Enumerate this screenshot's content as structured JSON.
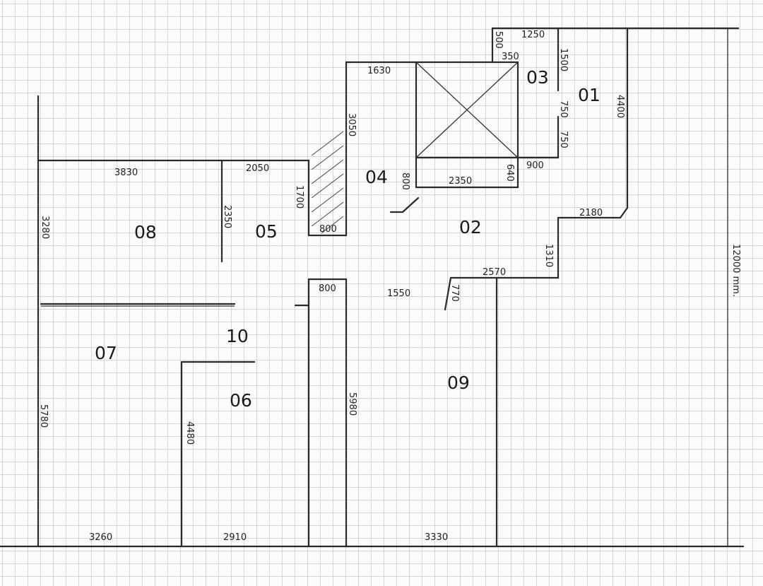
{
  "plan": {
    "total_label": "12000 mm.",
    "rooms": [
      {
        "id": "room-01",
        "label": "01"
      },
      {
        "id": "room-02",
        "label": "02"
      },
      {
        "id": "room-03",
        "label": "03"
      },
      {
        "id": "room-04",
        "label": "04"
      },
      {
        "id": "room-05",
        "label": "05"
      },
      {
        "id": "room-06",
        "label": "06"
      },
      {
        "id": "room-07",
        "label": "07"
      },
      {
        "id": "room-08",
        "label": "08"
      },
      {
        "id": "room-09",
        "label": "09"
      },
      {
        "id": "room-10",
        "label": "10"
      }
    ],
    "dimensions": [
      "1250",
      "500",
      "350",
      "1500",
      "1630",
      "4400",
      "750",
      "750",
      "3050",
      "900",
      "640",
      "2350",
      "800",
      "3830",
      "2050",
      "1700",
      "2350",
      "800",
      "3280",
      "2180",
      "1310",
      "2570",
      "800",
      "1550",
      "770",
      "5780",
      "4480",
      "5980",
      "3260",
      "2910",
      "3330"
    ]
  }
}
